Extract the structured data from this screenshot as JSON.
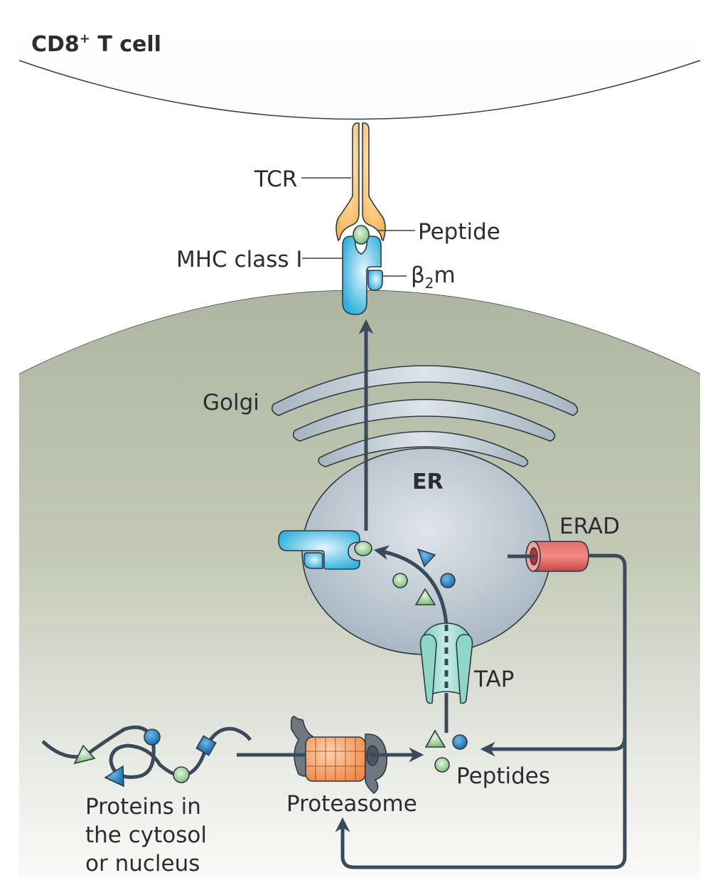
{
  "diagram": {
    "title": "MHC class I antigen presentation pathway",
    "tcell_label": "CD8",
    "tcell_sup": "+",
    "tcell_suffix": " T cell",
    "labels": {
      "tcr": "TCR",
      "peptide": "Peptide",
      "mhc": "MHC class I",
      "b2m_beta": "β",
      "b2m_sub": "2",
      "b2m_m": "m",
      "golgi": "Golgi",
      "er": "ER",
      "erad": "ERAD",
      "tap": "TAP",
      "peptides": "Peptides",
      "proteasome": "Proteasome",
      "proteins_line1": "Proteins in",
      "proteins_line2": "the cytosol",
      "proteins_line3": "or nucleus"
    },
    "colors": {
      "tcell_fill": "#dfeaf3",
      "apc_fill": "#b4bca6",
      "apc_bottom": "#f6f6f4",
      "tcr": "#f5bd63",
      "mhc": "#3bb7e0",
      "peptide_green": "#8fc98a",
      "peptide_blue": "#1f7fc4",
      "golgi": "#b8c6d0",
      "er": "#c4ced6",
      "erad": "#e0615d",
      "tap": "#8fd6c8",
      "proteasome": "#f59a5c",
      "proteasome_cap": "#6f7880",
      "arrow": "#3b4a5a"
    }
  }
}
